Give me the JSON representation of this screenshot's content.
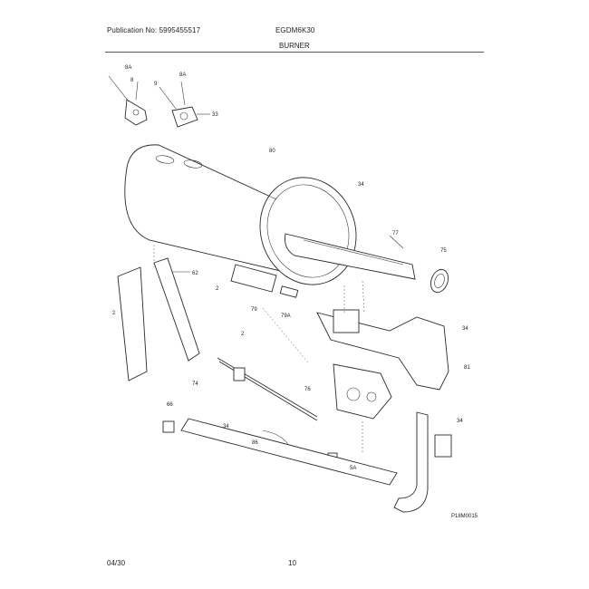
{
  "header": {
    "publication": "Publication No: 5995455517",
    "model": "EGDM6K30",
    "section": "BURNER"
  },
  "footer": {
    "date": "04/30",
    "page": "10"
  },
  "diagram": {
    "figure_id": "P18M0015",
    "callouts": [
      {
        "id": "c-8a-top",
        "text": "8A"
      },
      {
        "id": "c-8",
        "text": "8"
      },
      {
        "id": "c-8a-2",
        "text": "8A"
      },
      {
        "id": "c-9",
        "text": "9"
      },
      {
        "id": "c-33",
        "text": "33"
      },
      {
        "id": "c-80",
        "text": "80"
      },
      {
        "id": "c-34-top",
        "text": "34"
      },
      {
        "id": "c-77",
        "text": "77"
      },
      {
        "id": "c-75",
        "text": "75"
      },
      {
        "id": "c-62",
        "text": "62"
      },
      {
        "id": "c-2-a",
        "text": "2"
      },
      {
        "id": "c-2-b",
        "text": "2"
      },
      {
        "id": "c-2-c",
        "text": "2"
      },
      {
        "id": "c-79",
        "text": "79"
      },
      {
        "id": "c-79a",
        "text": "79A"
      },
      {
        "id": "c-34-right",
        "text": "34"
      },
      {
        "id": "c-81",
        "text": "81"
      },
      {
        "id": "c-74",
        "text": "74"
      },
      {
        "id": "c-76",
        "text": "76"
      },
      {
        "id": "c-34-mid",
        "text": "34"
      },
      {
        "id": "c-34-low",
        "text": "34"
      },
      {
        "id": "c-86",
        "text": "86"
      },
      {
        "id": "c-66",
        "text": "66"
      },
      {
        "id": "c-5a",
        "text": "5A"
      }
    ]
  }
}
